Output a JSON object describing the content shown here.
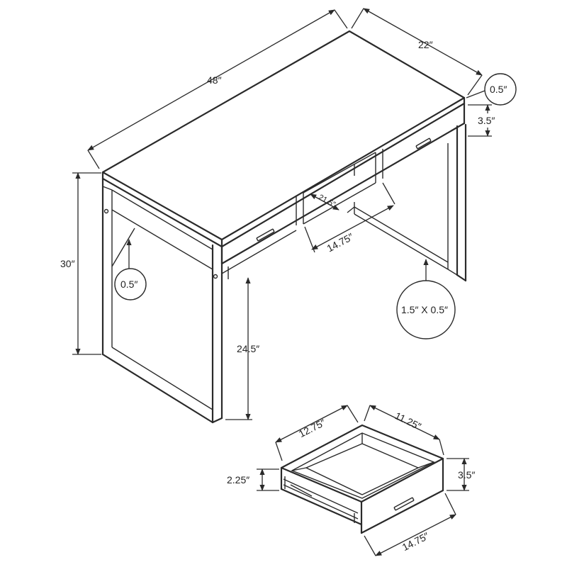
{
  "desk": {
    "width": "48″",
    "depth": "22″",
    "height": "30″",
    "top_thickness": "0.5″",
    "apron_height": "3.5″",
    "shelf_depth": "21.5″",
    "shelf_width": "14.75″",
    "leg_thickness": "0.5″",
    "leg_profile": "1.5″ X 0.5″",
    "knee_clearance": "24.5″"
  },
  "drawer": {
    "inner_depth": "12.75″",
    "inner_width": "11.25″",
    "inner_height": "2.25″",
    "front_height": "3.5″",
    "front_width": "14.75″"
  }
}
